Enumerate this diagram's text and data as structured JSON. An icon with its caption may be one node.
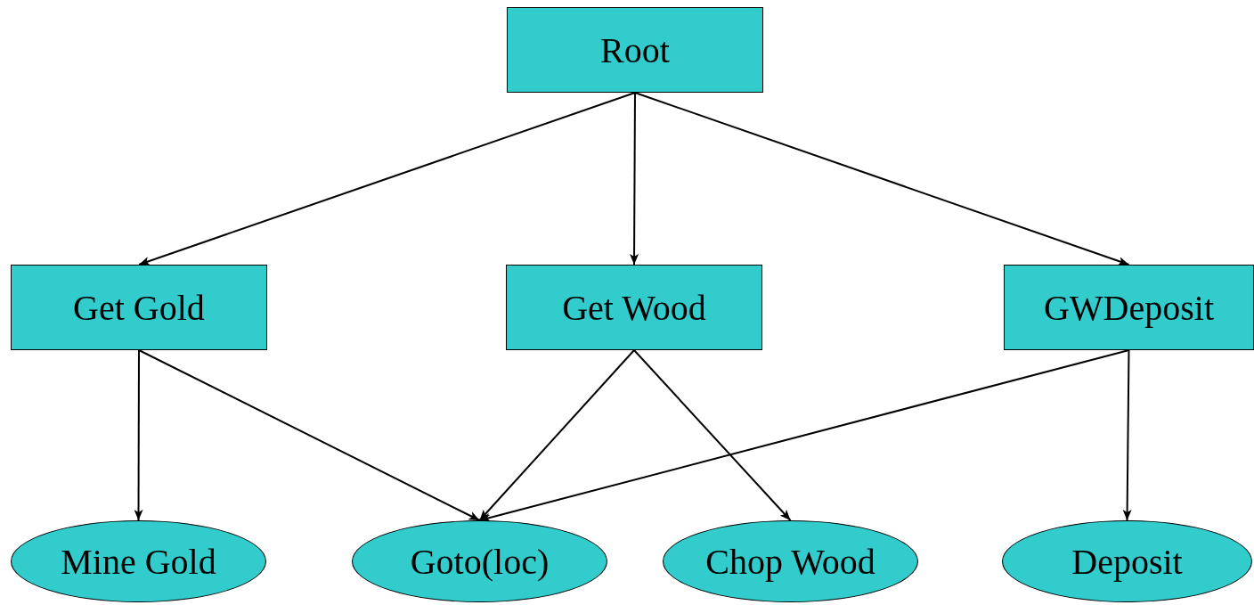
{
  "diagram": {
    "nodes": [
      {
        "text": [
          "Root"
        ]
      },
      {
        "text": [
          "Get Gold"
        ]
      },
      {
        "text": [
          "Get Wood"
        ]
      },
      {
        "text": [
          "GWDeposit"
        ]
      },
      {
        "text": [
          "Mine Gold"
        ]
      },
      {
        "text": [
          "Goto(loc)"
        ]
      },
      {
        "text": [
          "Chop Wood"
        ]
      },
      {
        "text": [
          "Deposit"
        ]
      }
    ],
    "edges": [
      {
        "from": 0,
        "to": 1,
        "arrow": "to"
      },
      {
        "from": 0,
        "to": 2,
        "arrow": "to"
      },
      {
        "from": 0,
        "to": 3,
        "arrow": "to"
      },
      {
        "from": 1,
        "to": 4,
        "arrow": "to"
      },
      {
        "from": 1,
        "to": 5,
        "arrow": "to"
      },
      {
        "from": 2,
        "to": 5,
        "arrow": "to"
      },
      {
        "from": 2,
        "to": 6,
        "arrow": "to"
      },
      {
        "from": 3,
        "to": 5,
        "arrow": "to"
      },
      {
        "from": 3,
        "to": 7,
        "arrow": "to"
      }
    ]
  }
}
